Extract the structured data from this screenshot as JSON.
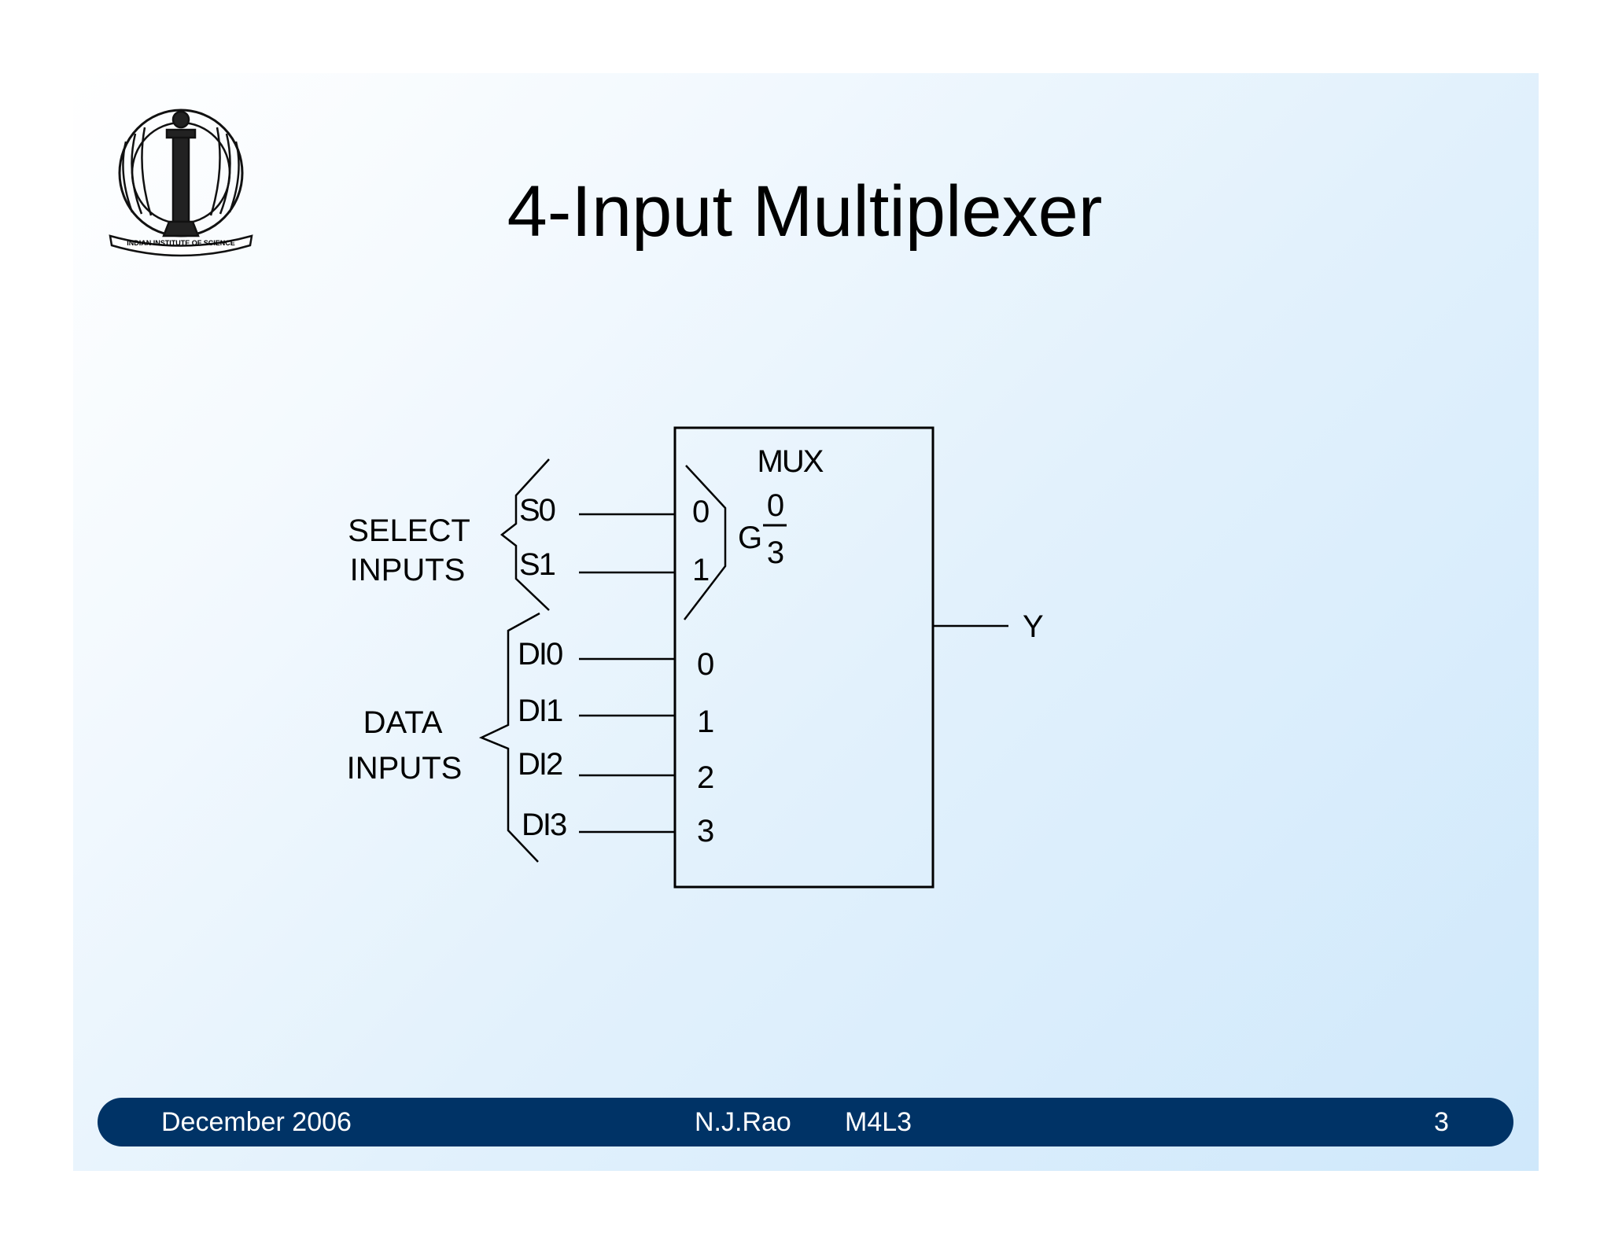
{
  "slide": {
    "title": "4-Input Multiplexer",
    "logo": {
      "name": "iisc-emblem",
      "text": "INDIAN INSTITUTE OF SCIENCE"
    }
  },
  "diagram": {
    "block_label": "MUX",
    "gate": {
      "letter": "G",
      "numerator": "0",
      "denominator": "3"
    },
    "select_group_label": [
      "SELECT",
      "INPUTS"
    ],
    "data_group_label": [
      "DATA",
      "INPUTS"
    ],
    "select_inputs": [
      {
        "signal": "S0",
        "pin": "0"
      },
      {
        "signal": "S1",
        "pin": "1"
      }
    ],
    "data_inputs": [
      {
        "signal": "DI0",
        "pin": "0"
      },
      {
        "signal": "DI1",
        "pin": "1"
      },
      {
        "signal": "DI2",
        "pin": "2"
      },
      {
        "signal": "DI3",
        "pin": "3"
      }
    ],
    "output": "Y"
  },
  "footer": {
    "date": "December 2006",
    "author": "N.J.Rao",
    "code": "M4L3",
    "page": "3"
  },
  "colors": {
    "footer_bar": "#003366",
    "slide_gradient_end": "#cfe8fb"
  }
}
